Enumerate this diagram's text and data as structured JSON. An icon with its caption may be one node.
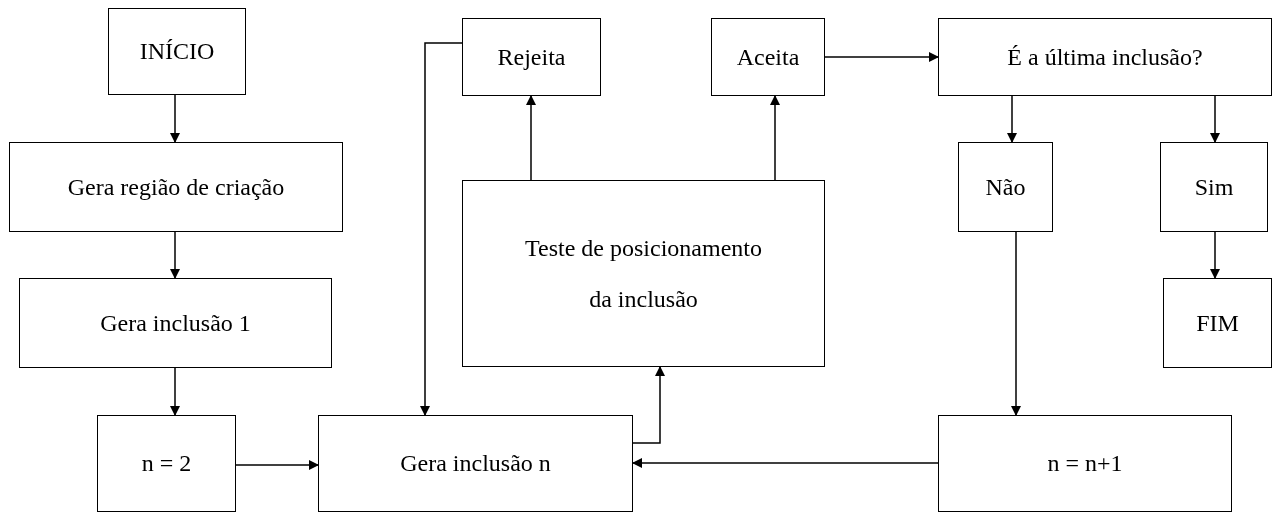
{
  "diagram": {
    "nodes": [
      {
        "text": [
          "INÍCIO"
        ]
      },
      {
        "text": [
          "Gera região de criação"
        ]
      },
      {
        "text": [
          "Gera inclusão 1"
        ]
      },
      {
        "text": [
          "n = 2"
        ]
      },
      {
        "text": [
          "Gera inclusão n"
        ]
      },
      {
        "text": [
          "Teste de posicionamento da inclusão"
        ]
      },
      {
        "text": [
          "Rejeita"
        ]
      },
      {
        "text": [
          "Aceita"
        ]
      },
      {
        "text": [
          "É a última inclusão?"
        ]
      },
      {
        "text": [
          "Não"
        ]
      },
      {
        "text": [
          "Sim"
        ]
      },
      {
        "text": [
          "FIM"
        ]
      },
      {
        "text": [
          "n = n+1"
        ]
      }
    ],
    "edges": [
      {
        "from": 0,
        "to": 1,
        "arrow": "to"
      },
      {
        "from": 1,
        "to": 2,
        "arrow": "to"
      },
      {
        "from": 2,
        "to": 3,
        "arrow": "to"
      },
      {
        "from": 3,
        "to": 4,
        "arrow": "to"
      },
      {
        "from": 4,
        "to": 5,
        "arrow": "to"
      },
      {
        "from": 5,
        "to": 6,
        "arrow": "to"
      },
      {
        "from": 5,
        "to": 7,
        "arrow": "to"
      },
      {
        "from": 7,
        "to": 8,
        "arrow": "to"
      },
      {
        "from": 8,
        "to": 9,
        "arrow": "to"
      },
      {
        "from": 8,
        "to": 10,
        "arrow": "to"
      },
      {
        "from": 10,
        "to": 11,
        "arrow": "to"
      },
      {
        "from": 9,
        "to": 12,
        "arrow": "to"
      },
      {
        "from": 12,
        "to": 4,
        "arrow": "to"
      },
      {
        "from": 6,
        "to": 4,
        "arrow": "to"
      }
    ]
  }
}
